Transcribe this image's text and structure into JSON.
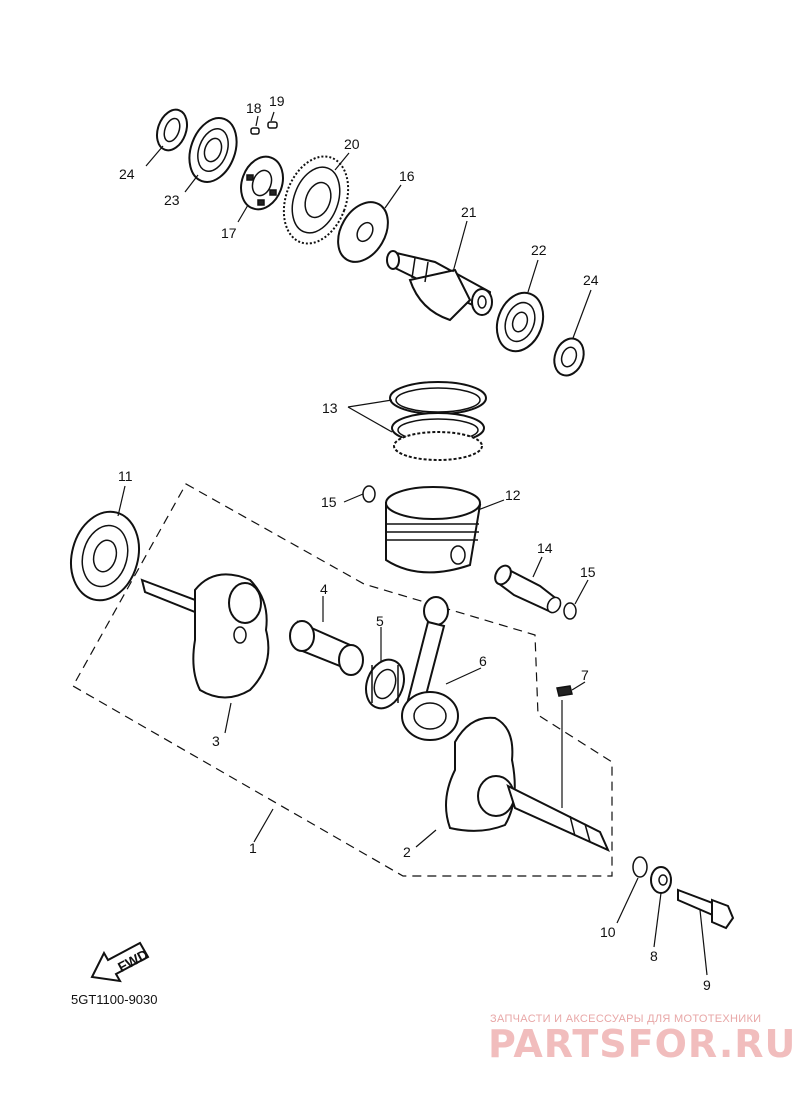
{
  "diagram": {
    "code": "5GT1100-9030",
    "fwd_label": "FWD",
    "callouts": {
      "c1": "1",
      "c2": "2",
      "c3": "3",
      "c4": "4",
      "c5": "5",
      "c6": "6",
      "c7": "7",
      "c8": "8",
      "c9": "9",
      "c10": "10",
      "c11": "11",
      "c12": "12",
      "c13": "13",
      "c14": "14",
      "c15a": "15",
      "c15b": "15",
      "c16": "16",
      "c17": "17",
      "c18": "18",
      "c19": "19",
      "c20": "20",
      "c21": "21",
      "c22": "22",
      "c23": "23",
      "c24a": "24",
      "c24b": "24"
    }
  },
  "watermark": {
    "tagline": "ЗАПЧАСТИ И АКСЕССУАРЫ ДЛЯ МОТОТЕХНИКИ",
    "brand": "PARTSFOR.RU",
    "color": "#e8a0a0"
  }
}
